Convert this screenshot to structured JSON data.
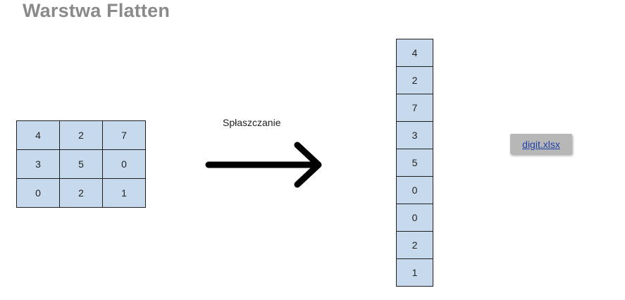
{
  "title": "Warstwa Flatten",
  "input_matrix": [
    [
      "4",
      "2",
      "7"
    ],
    [
      "3",
      "5",
      "0"
    ],
    [
      "0",
      "2",
      "1"
    ]
  ],
  "operation_label": "Spłaszczanie",
  "flattened": [
    "4",
    "2",
    "7",
    "3",
    "5",
    "0",
    "0",
    "2",
    "1"
  ],
  "file_link": "digit.xlsx",
  "colors": {
    "cell_fill": "#c7d9ec",
    "cell_border": "#1f1f1f",
    "title": "#8a8a8a",
    "arrow": "#000000",
    "link": "#1f3fa8",
    "button": "#b7b7b7"
  }
}
